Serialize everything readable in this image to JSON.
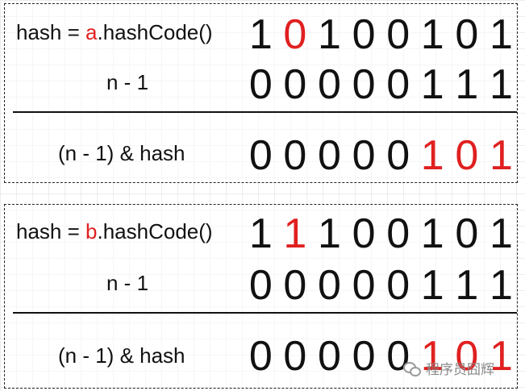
{
  "panels": [
    {
      "hash_prefix": "hash = ",
      "object_name": "a",
      "hash_suffix": ".hashCode()",
      "hash_digits": [
        "1",
        "0",
        "1",
        "0",
        "0",
        "1",
        "0",
        "1"
      ],
      "hash_red_index": 1,
      "mask_label": "n - 1",
      "mask_digits": [
        "0",
        "0",
        "0",
        "0",
        "0",
        "1",
        "1",
        "1"
      ],
      "result_label": "(n - 1)  & hash",
      "result_digits": [
        "0",
        "0",
        "0",
        "0",
        "0",
        "1",
        "0",
        "1"
      ],
      "result_red_from": 5
    },
    {
      "hash_prefix": "hash = ",
      "object_name": "b",
      "hash_suffix": ".hashCode()",
      "hash_digits": [
        "1",
        "1",
        "1",
        "0",
        "0",
        "1",
        "0",
        "1"
      ],
      "hash_red_index": 1,
      "mask_label": "n - 1",
      "mask_digits": [
        "0",
        "0",
        "0",
        "0",
        "0",
        "1",
        "1",
        "1"
      ],
      "result_label": "(n - 1)  & hash",
      "result_digits": [
        "0",
        "0",
        "0",
        "0",
        "0",
        "1",
        "0",
        "1"
      ],
      "result_red_from": 5
    }
  ],
  "colors": {
    "highlight": "#e02020",
    "text": "#111111"
  },
  "watermark": {
    "text": "程序员囧辉",
    "icon": "wechat-icon"
  }
}
